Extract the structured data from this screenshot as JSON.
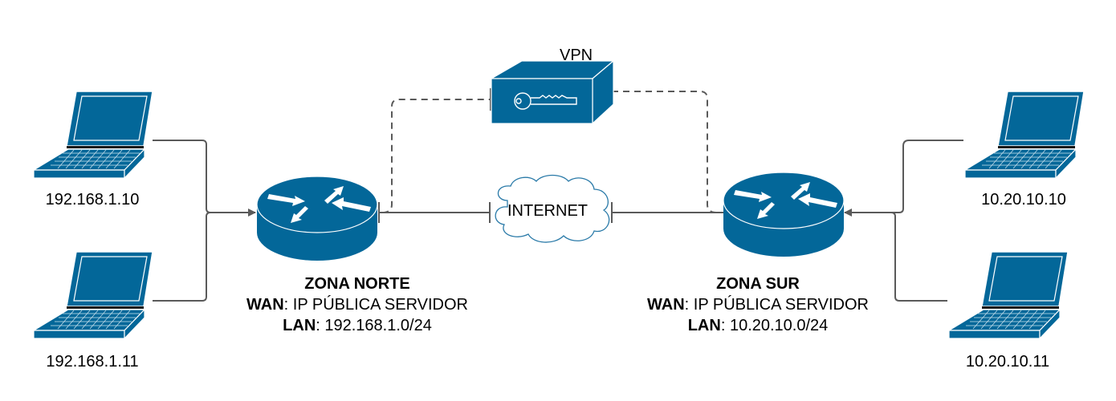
{
  "colors": {
    "device": "#036799",
    "line": "#5a5a5a",
    "cloud_stroke": "#2a7aa8"
  },
  "laptops": [
    {
      "id": "laptop-north-1",
      "icon": "laptop-icon",
      "ip": "192.168.1.10"
    },
    {
      "id": "laptop-north-2",
      "icon": "laptop-icon",
      "ip": "192.168.1.11"
    },
    {
      "id": "laptop-south-1",
      "icon": "laptop-icon",
      "ip": "10.20.10.10"
    },
    {
      "id": "laptop-south-2",
      "icon": "laptop-icon",
      "ip": "10.20.10.11"
    }
  ],
  "routers": [
    {
      "id": "router-north",
      "icon": "router-icon",
      "zone": "ZONA NORTE",
      "wan_label": "WAN",
      "wan_value": ": IP PÚBLICA SERVIDOR",
      "lan_label": "LAN",
      "lan_value": ": 192.168.1.0/24"
    },
    {
      "id": "router-south",
      "icon": "router-icon",
      "zone": "ZONA SUR",
      "wan_label": "WAN",
      "wan_value": ": IP PÚBLICA SERVIDOR",
      "lan_label": "LAN",
      "lan_value": ": 10.20.10.0/24"
    }
  ],
  "vpn": {
    "icon": "vpn-key-box-icon",
    "label": "VPN"
  },
  "internet": {
    "icon": "cloud-icon",
    "label": "INTERNET"
  },
  "connections": [
    {
      "from": "laptop-north-1",
      "to": "router-north",
      "style": "solid",
      "arrow": true
    },
    {
      "from": "laptop-north-2",
      "to": "router-north",
      "style": "solid",
      "arrow": true
    },
    {
      "from": "router-north",
      "to": "internet",
      "style": "solid",
      "arrow": false
    },
    {
      "from": "internet",
      "to": "router-south",
      "style": "solid",
      "arrow": false
    },
    {
      "from": "router-north",
      "to": "vpn",
      "style": "dashed",
      "arrow": false
    },
    {
      "from": "vpn",
      "to": "router-south",
      "style": "dashed",
      "arrow": false
    },
    {
      "from": "laptop-south-1",
      "to": "router-south",
      "style": "solid",
      "arrow": true
    },
    {
      "from": "laptop-south-2",
      "to": "router-south",
      "style": "solid",
      "arrow": true
    }
  ]
}
